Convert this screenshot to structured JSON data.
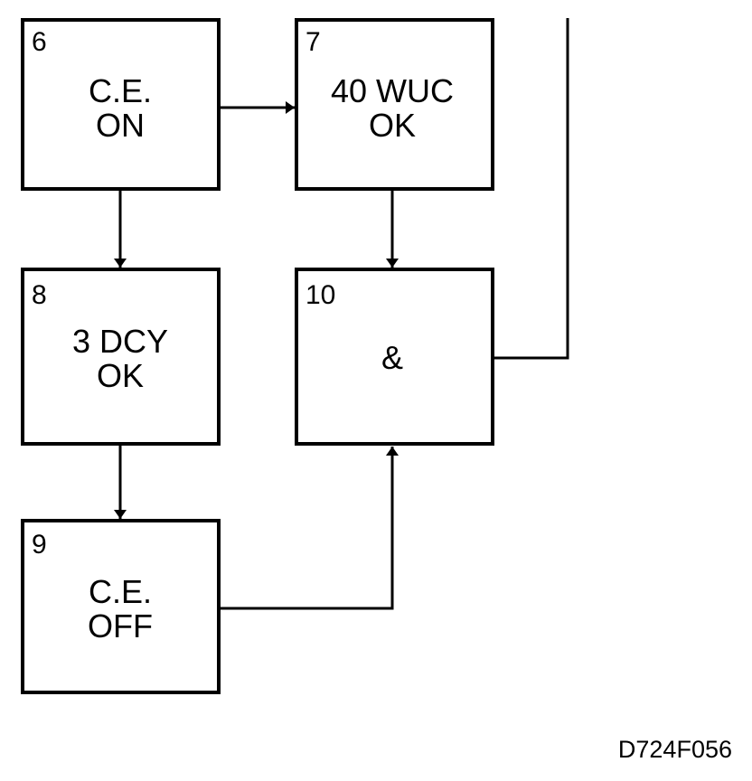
{
  "diagram": {
    "boxes": [
      {
        "id": "6",
        "number": "6",
        "lines": [
          "C.E.",
          "ON"
        ]
      },
      {
        "id": "7",
        "number": "7",
        "lines": [
          "40 WUC",
          "OK"
        ]
      },
      {
        "id": "8",
        "number": "8",
        "lines": [
          "3 DCY",
          "OK"
        ]
      },
      {
        "id": "9",
        "number": "9",
        "lines": [
          "C.E.",
          "OFF"
        ]
      },
      {
        "id": "10",
        "number": "10",
        "lines": [
          "&"
        ]
      }
    ],
    "connections": [
      {
        "from": "6",
        "to": "7"
      },
      {
        "from": "6",
        "to": "8"
      },
      {
        "from": "7",
        "to": "10"
      },
      {
        "from": "8",
        "to": "9"
      },
      {
        "from": "9",
        "to": "10"
      },
      {
        "from": "10",
        "to": "off-page"
      }
    ],
    "figure_id": "D724F056"
  }
}
